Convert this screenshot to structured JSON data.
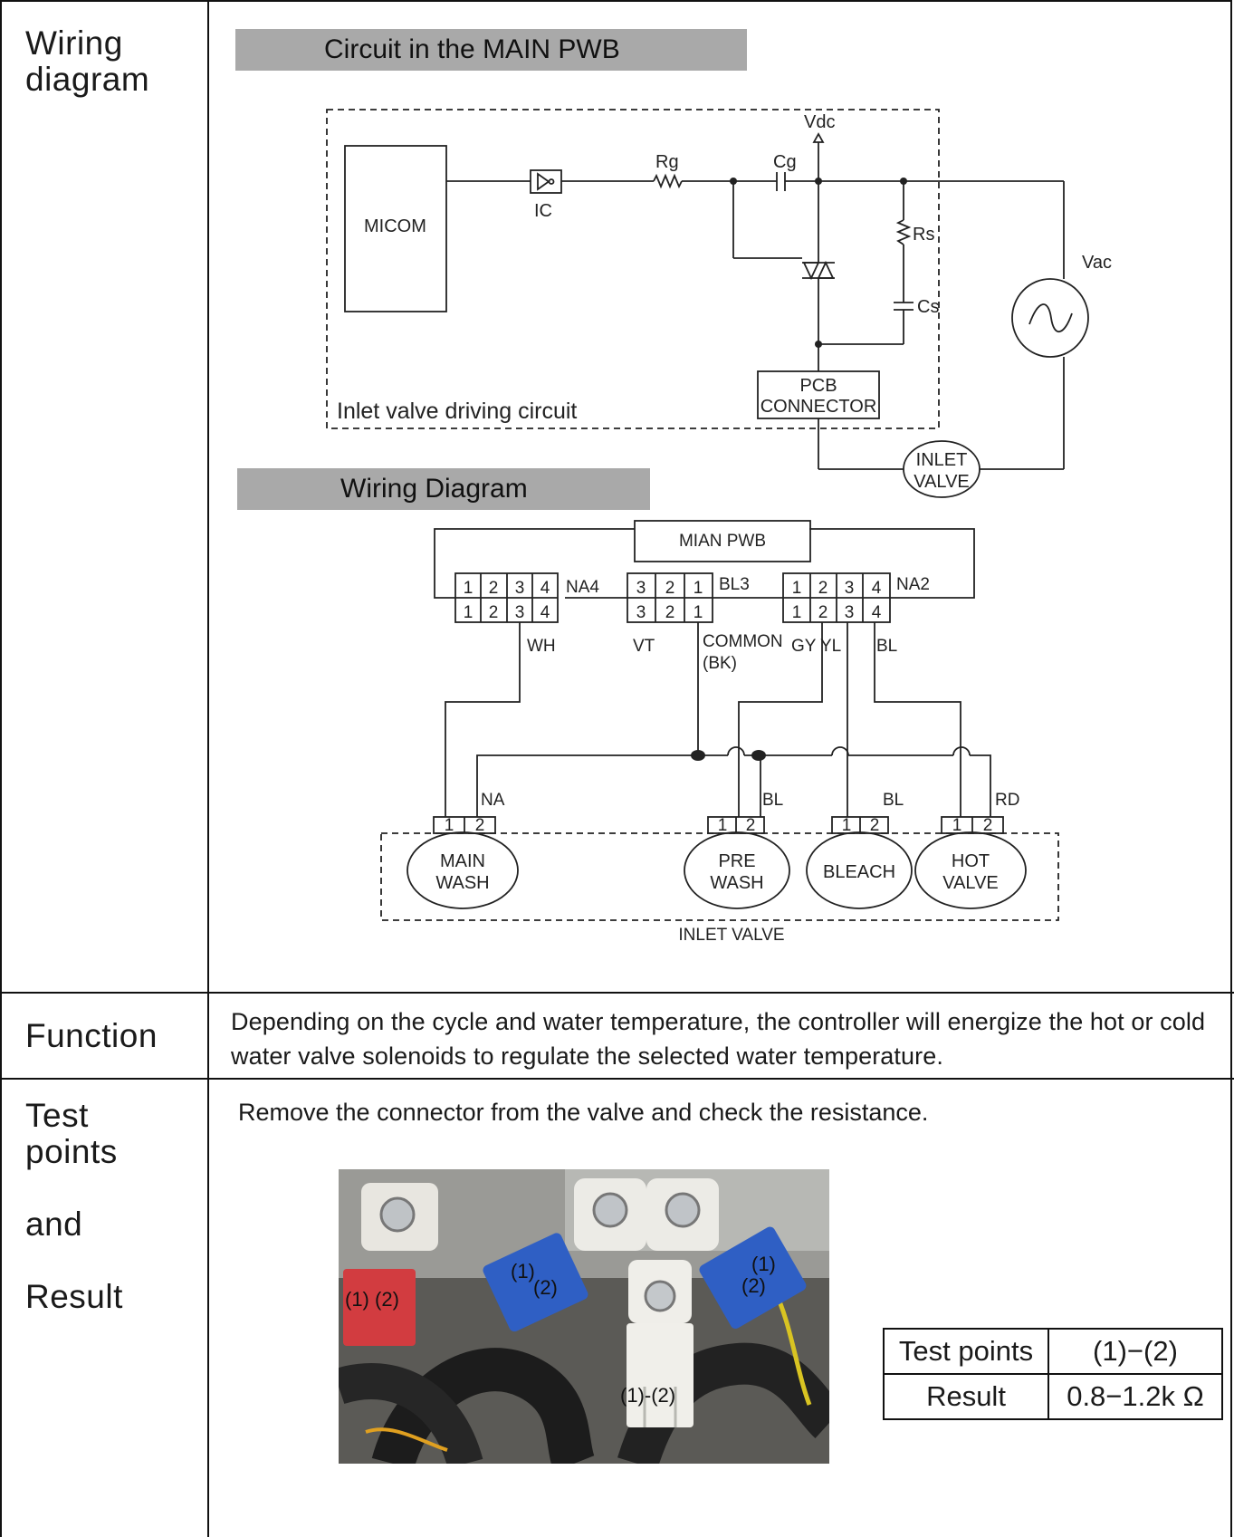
{
  "rows": {
    "wiring": {
      "label_line1": "Wiring",
      "label_line2": "diagram"
    },
    "function": {
      "label": "Function",
      "text": "Depending on the cycle and water temperature, the controller will energize the hot or cold water valve solenoids to regulate the selected water temperature."
    },
    "test": {
      "label_line1": "Test",
      "label_line2": "points",
      "label_line3": "and",
      "label_line4": "Result",
      "instruction": "Remove the connector from the valve and check the resistance."
    }
  },
  "circuit": {
    "title": "Circuit in the MAIN PWB",
    "micom": "MICOM",
    "ic": "IC",
    "rg": "Rg",
    "cg": "Cg",
    "vdc": "Vdc",
    "rs": "Rs",
    "cs": "Cs",
    "vac": "Vac",
    "pcb_line1": "PCB",
    "pcb_line2": "CONNECTOR",
    "inlet_line1": "INLET",
    "inlet_line2": "VALVE",
    "box_label": "Inlet valve driving circuit"
  },
  "wiring_diagram": {
    "title": "Wiring Diagram",
    "pwb": "MIAN PWB",
    "na4": "NA4",
    "bl3": "BL3",
    "na2": "NA2",
    "pins_1234": [
      "1",
      "2",
      "3",
      "4"
    ],
    "pins_321": [
      "3",
      "2",
      "1"
    ],
    "wh": "WH",
    "vt": "VT",
    "common": "COMMON",
    "bk": "(BK)",
    "gy": "GY",
    "yl": "YL",
    "bl": "BL",
    "na": "NA",
    "rd": "RD",
    "valve_pins": [
      "1",
      "2"
    ],
    "main_wash": [
      "MAIN",
      "WASH"
    ],
    "pre_wash": [
      "PRE",
      "WASH"
    ],
    "bleach": "BLEACH",
    "hot_valve": [
      "HOT",
      "VALVE"
    ],
    "inlet_valve": "INLET VALVE"
  },
  "photo": {
    "label_1_2": "(1)",
    "label_2": "(2)",
    "label_pair": "(1)-(2)"
  },
  "result_table": {
    "header": "Test points",
    "header_value": "(1)−(2)",
    "result": "Result",
    "result_value": "0.8−1.2k Ω"
  }
}
